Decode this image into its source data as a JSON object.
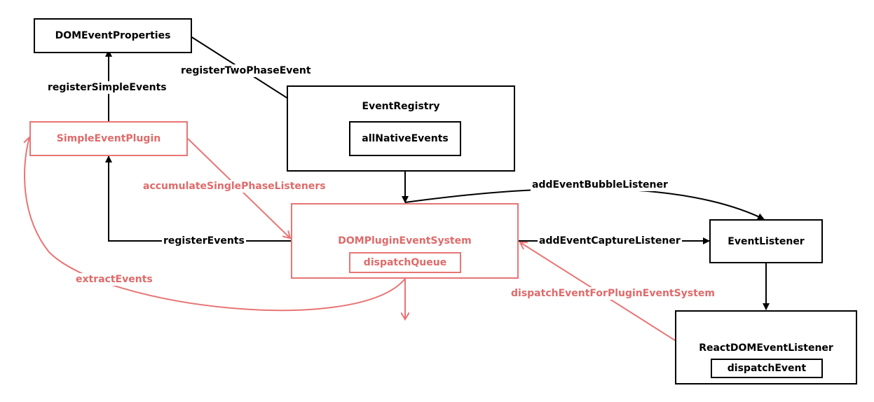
{
  "nodes": {
    "dom_event_properties": "DOMEventProperties",
    "simple_event_plugin": "SimpleEventPlugin",
    "event_registry": "EventRegistry",
    "all_native_events": "allNativeEvents",
    "dom_plugin_event_system": "DOMPluginEventSystem",
    "dispatch_queue": "dispatchQueue",
    "event_listener": "EventListener",
    "react_dom_event_listener": "ReactDOMEventListener",
    "dispatch_event": "dispatchEvent"
  },
  "edges": {
    "register_two_phase_event": "registerTwoPhaseEvent",
    "register_simple_events": "registerSimpleEvents",
    "accumulate_single_phase_listeners": "accumulateSinglePhaseListeners",
    "register_events": "registerEvents",
    "add_event_bubble_listener": "addEventBubbleListener",
    "add_event_capture_listener": "addEventCaptureListener",
    "extract_events": "extractEvents",
    "dispatch_event_for_plugin_event_system": "dispatchEventForPluginEventSystem"
  },
  "colors": {
    "black": "#000000",
    "red": "#e87575"
  }
}
